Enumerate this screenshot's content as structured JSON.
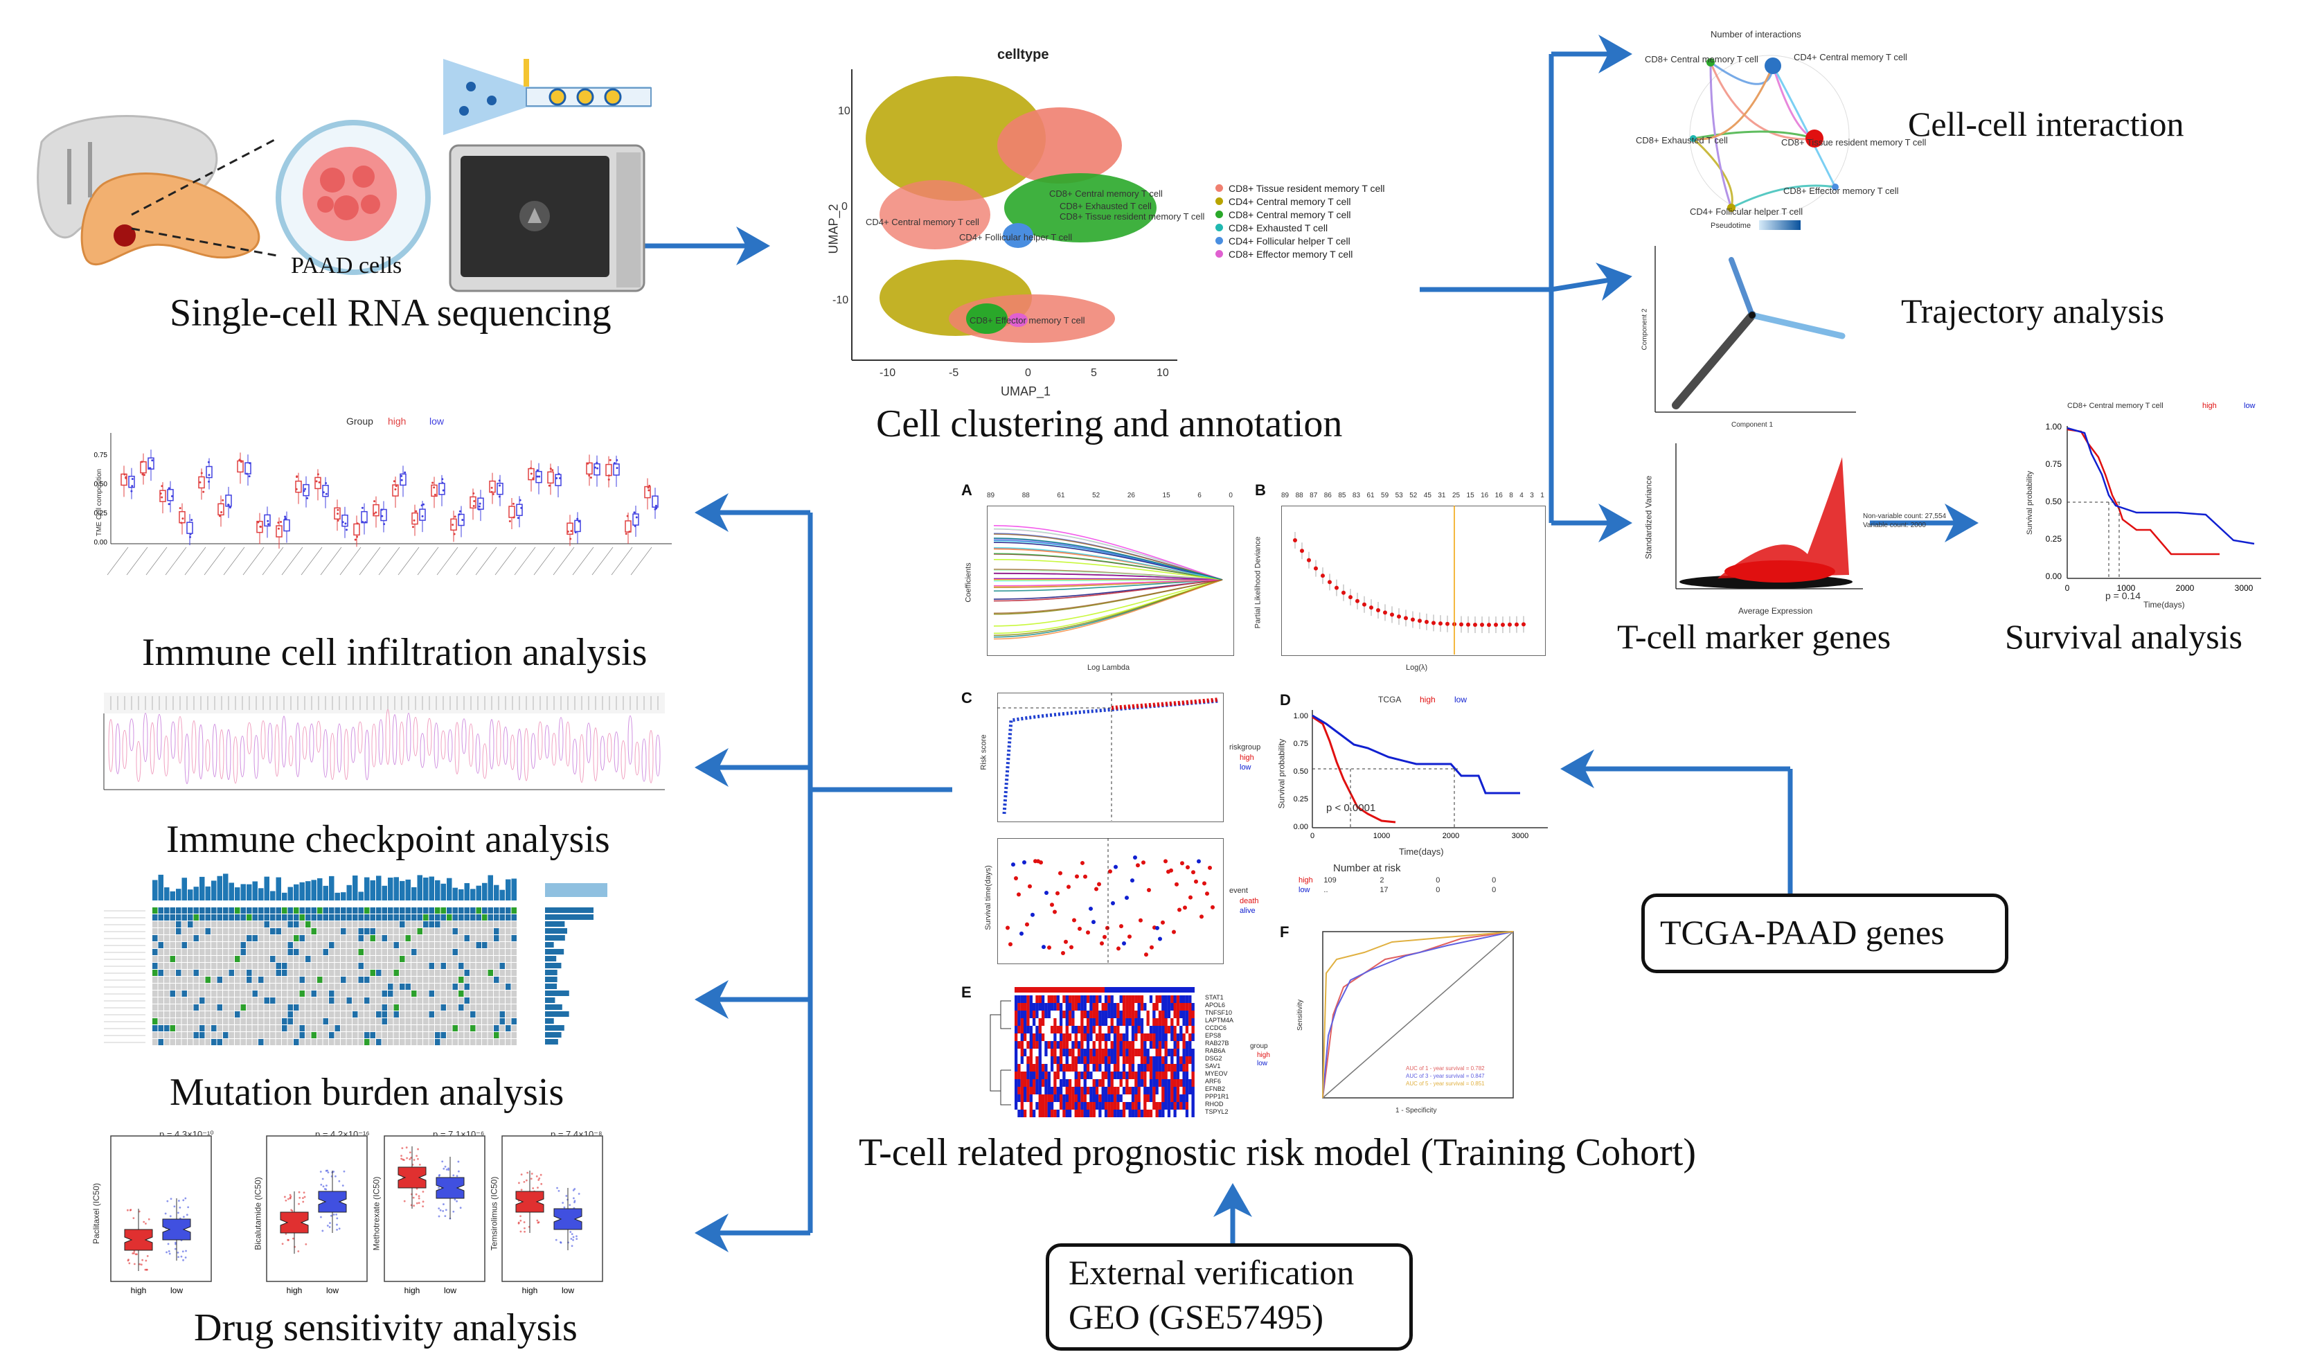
{
  "labels": {
    "scrna": "Single-cell RNA sequencing",
    "paad_cells": "PAAD cells",
    "clustering": "Cell clustering and annotation",
    "cell_interaction": "Cell-cell interaction",
    "trajectory": "Trajectory analysis",
    "tcell_markers": "T-cell marker genes",
    "survival": "Survival analysis",
    "immune_infiltration": "Immune cell infiltration analysis",
    "immune_checkpoint": "Immune checkpoint analysis",
    "mutation_burden": "Mutation burden analysis",
    "drug_sensitivity": "Drug sensitivity analysis",
    "risk_model": "T-cell related prognostic risk model (Training Cohort)",
    "tcga_box": "TCGA-PAAD genes",
    "external_line1": "External verification",
    "external_line2": "GEO (GSE57495)"
  },
  "umap": {
    "title": "celltype",
    "xlabel": "UMAP_1",
    "ylabel": "UMAP_2",
    "xticks": [
      "-10",
      "-5",
      "0",
      "5",
      "10"
    ],
    "yticks": [
      "10",
      "0",
      "-10"
    ],
    "legend": [
      {
        "label": "CD8+ Tissue resident memory T cell",
        "color": "#f08070"
      },
      {
        "label": "CD4+ Central memory T cell",
        "color": "#b8a400"
      },
      {
        "label": "CD8+ Central memory T cell",
        "color": "#2aa82a"
      },
      {
        "label": "CD8+ Exhausted T cell",
        "color": "#20b8b0"
      },
      {
        "label": "CD4+ Follicular helper T cell",
        "color": "#4a8ee0"
      },
      {
        "label": "CD8+ Effector memory T cell",
        "color": "#e060d0"
      }
    ],
    "cluster_labels": {
      "cd4_central": "CD4+ Central memory T cell",
      "cd4_follicular": "CD4+ Follicular helper T cell",
      "cd8_central": "CD8+ Central memory T cell",
      "cd8_exhausted": "CD8+ Exhausted T cell",
      "cd8_tissue": "CD8+ Tissue resident memory T cell",
      "cd8_effector": "CD8+ Effector memory T cell"
    }
  },
  "interaction": {
    "title": "Number of interactions",
    "nodes": {
      "cd8_central": "CD8+ Central memory T cell",
      "cd4_central": "CD4+ Central memory T cell",
      "cd8_exhausted": "CD8+ Exhausted T cell",
      "cd8_tissue": "CD8+ Tissue resident memory T cell",
      "cd4_follicular": "CD4+ Follicular helper T cell",
      "cd8_effector": "CD8+ Effector memory T cell"
    },
    "colorbar_label": "Pseudotime"
  },
  "trajectory": {
    "xlabel": "Component 1",
    "ylabel": "Component 2"
  },
  "variance": {
    "ylabel": "Standardized Variance",
    "xlabel": "Average Expression",
    "legend": [
      "Non-variable count: 27,554",
      "Variable count: 2000"
    ]
  },
  "km_small": {
    "legend_title": "CD8+ Central memory T cell",
    "legend": [
      {
        "label": "high",
        "color": "#e01010"
      },
      {
        "label": "low",
        "color": "#1020d0"
      }
    ],
    "ylabel": "Survival probability",
    "xlabel": "Time(days)",
    "yticks": [
      "1.00",
      "0.75",
      "0.50",
      "0.25",
      "0.00"
    ],
    "xticks": [
      "0",
      "1000",
      "2000",
      "3000"
    ],
    "pvalue": "p = 0.14"
  },
  "boxplot": {
    "legend_title": "Group",
    "legend": [
      {
        "label": "high",
        "color": "#e04040"
      },
      {
        "label": "low",
        "color": "#4040e0"
      }
    ],
    "ylabel": "TME Cell composition",
    "yticks": [
      "0.75",
      "0.50",
      "0.25",
      "0.00"
    ]
  },
  "risk": {
    "letters": [
      "A",
      "B",
      "C",
      "D",
      "E",
      "F"
    ],
    "a_xlabel": "Log Lambda",
    "a_ylabel": "Coefficients",
    "a_top": [
      "89",
      "88",
      "61",
      "52",
      "26",
      "15",
      "6",
      "0"
    ],
    "b_xlabel": "Log(λ)",
    "b_ylabel": "Partial Likelihood Deviance",
    "b_top": [
      "89",
      "88",
      "87",
      "86",
      "85",
      "83",
      "61",
      "59",
      "53",
      "52",
      "45",
      "31",
      "25",
      "15",
      "16",
      "16",
      "8",
      "4",
      "3",
      "1"
    ],
    "c_ylabel": "Risk score",
    "c_legend_title": "riskgroup",
    "c_legend": [
      "high",
      "low"
    ],
    "c2_ylabel": "Survival time(days)",
    "c2_legend_title": "event",
    "c2_legend": [
      "death",
      "alive"
    ],
    "d_title": "TCGA",
    "d_legend": [
      "high",
      "low"
    ],
    "d_ylabel": "Survival probability",
    "d_xlabel": "Time(days)",
    "d_pvalue": "p < 0.0001",
    "d_yticks": [
      "1.00",
      "0.75",
      "0.50",
      "0.25",
      "0.00"
    ],
    "d_xticks": [
      "0",
      "1000",
      "2000",
      "3000"
    ],
    "d_risk_title": "Number at risk",
    "d_risk_rows": [
      {
        "label": "high",
        "values": [
          "109",
          "2",
          "0",
          "0"
        ]
      },
      {
        "label": "low",
        "values": [
          "..",
          "17",
          "0",
          "0"
        ]
      }
    ],
    "e_genes": [
      "STAT1",
      "APOL6",
      "TNFSF10",
      "LAPTM4A",
      "CCDC6",
      "EPS8",
      "RAB27B",
      "RAB6A",
      "DSG2",
      "SAV1",
      "MYEOV",
      "ARF6",
      "EFNB2",
      "PPP1R1",
      "RHOD",
      "TSPYL2"
    ],
    "e_legend": [
      "group",
      "high",
      "low"
    ],
    "f_xlabel": "1 - Specificity",
    "f_ylabel": "Sensitivity",
    "f_legend": [
      "AUC of 1 - year survival = 0.782",
      "AUC of 3 - year survival = 0.847",
      "AUC of 5 - year survival = 0.851"
    ]
  },
  "drug": {
    "panels": [
      {
        "drug": "Paclitaxel (IC50)",
        "p": "p = 4.3×10⁻¹⁰"
      },
      {
        "drug": "Bicalutamide (IC50)",
        "p": "p = 4.2×10⁻¹⁶"
      },
      {
        "drug": "Methotrexate (IC50)",
        "p": "p = 7.1×10⁻⁶"
      },
      {
        "drug": "Temsirolimus (IC50)",
        "p": "p = 7.4×10⁻⁸"
      }
    ],
    "groups": [
      "high",
      "low"
    ]
  }
}
